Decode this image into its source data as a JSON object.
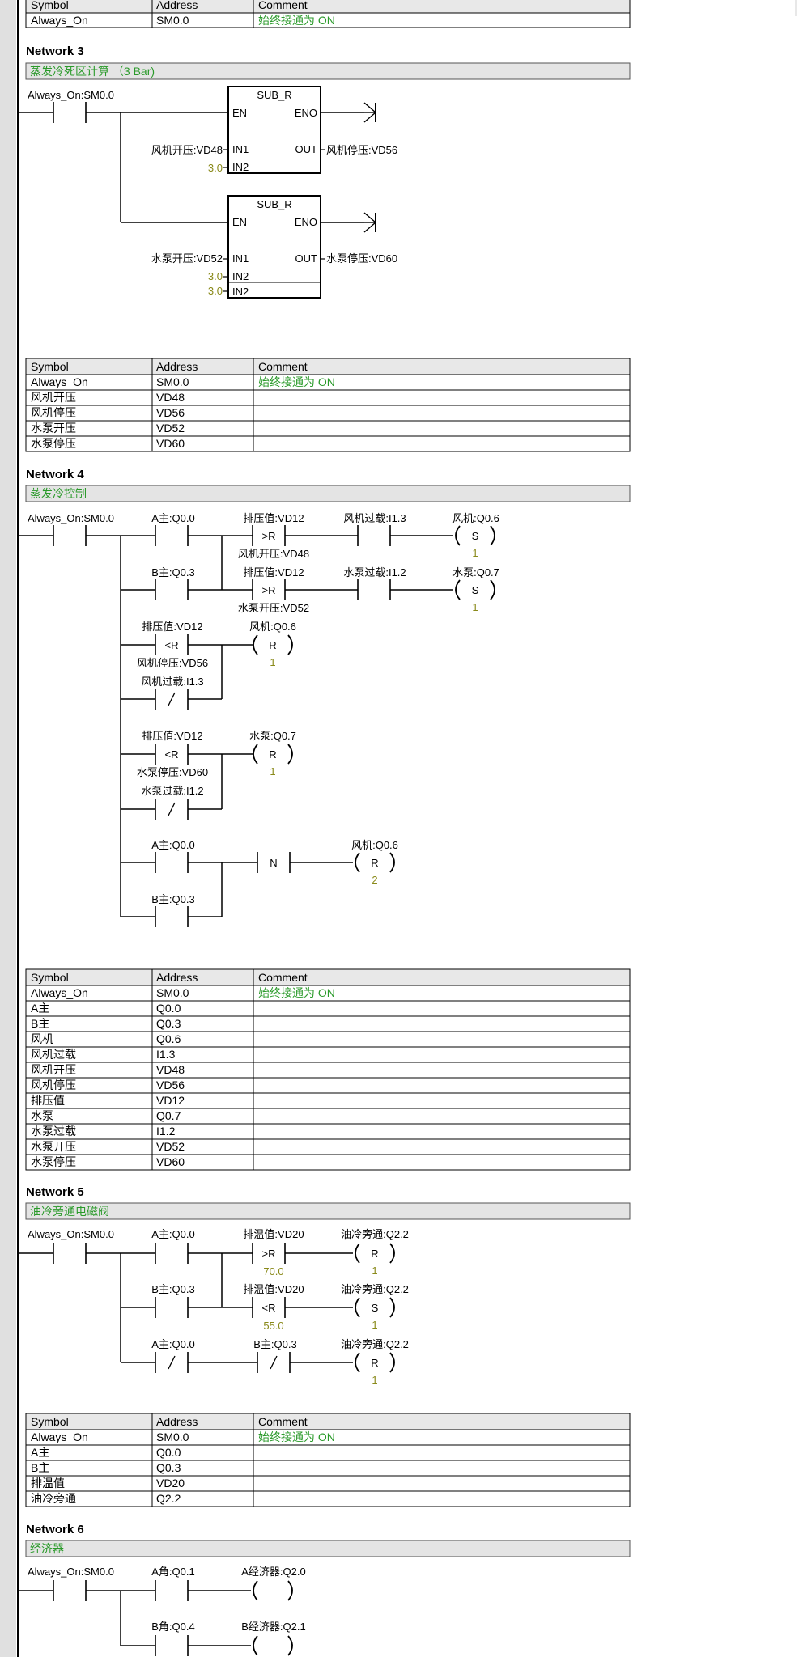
{
  "colors": {
    "comment_green": "#2a9a2a",
    "constant_olive": "#8a8a1a",
    "table_header_bg": "#e8e8e8",
    "comment_bar_bg": "#e4e4e4",
    "left_rail": "#e0e0e0"
  },
  "table_headers": [
    "Symbol",
    "Address",
    "Comment"
  ],
  "top_table": {
    "rows": [
      [
        "Always_On",
        "SM0.0",
        "始终接通为 ON"
      ]
    ]
  },
  "networks": [
    {
      "title": "Network 3",
      "comment": "蒸发冷死区计算  （3 Bar)",
      "labels": {
        "contact": "Always_On:SM0.0",
        "block_name": "SUB_R",
        "en": "EN",
        "eno": "ENO",
        "in1": "IN1",
        "in2": "IN2",
        "out": "OUT",
        "b1_in1": "风机开压:VD48",
        "b1_in2": "3.0",
        "b1_out": "风机停压:VD56",
        "b2_in1": "水泵开压:VD52",
        "b2_in2a": "3.0",
        "b2_in2b": "3.0",
        "b2_out": "水泵停压:VD60"
      },
      "table": [
        [
          "Always_On",
          "SM0.0",
          "始终接通为 ON"
        ],
        [
          "风机开压",
          "VD48",
          ""
        ],
        [
          "风机停压",
          "VD56",
          ""
        ],
        [
          "水泵开压",
          "VD52",
          ""
        ],
        [
          "水泵停压",
          "VD60",
          ""
        ]
      ]
    },
    {
      "title": "Network 4",
      "comment": "蒸发冷控制",
      "labels": {
        "contact": "Always_On:SM0.0",
        "a": "A主:Q0.0",
        "b": "B主:Q0.3",
        "pv": "排压值:VD12",
        "gt": ">R",
        "lt": "<R",
        "fan_on": "风机开压:VD48",
        "pump_on": "水泵开压:VD52",
        "fan_ol": "风机过载:I1.3",
        "pump_ol": "水泵过载:I1.2",
        "fan": "风机:Q0.6",
        "pump": "水泵:Q0.7",
        "fan2": "风机:Q0.6",
        "s": "S",
        "r": "R",
        "n": "N",
        "slash": "/",
        "one": "1",
        "two": "2",
        "fan_off": "风机停压:VD56",
        "pump_off": "水泵停压:VD60"
      },
      "table": [
        [
          "Always_On",
          "SM0.0",
          "始终接通为 ON"
        ],
        [
          "A主",
          "Q0.0",
          ""
        ],
        [
          "B主",
          "Q0.3",
          ""
        ],
        [
          "风机",
          "Q0.6",
          ""
        ],
        [
          "风机过载",
          "I1.3",
          ""
        ],
        [
          "风机开压",
          "VD48",
          ""
        ],
        [
          "风机停压",
          "VD56",
          ""
        ],
        [
          "排压值",
          "VD12",
          ""
        ],
        [
          "水泵",
          "Q0.7",
          ""
        ],
        [
          "水泵过载",
          "I1.2",
          ""
        ],
        [
          "水泵开压",
          "VD52",
          ""
        ],
        [
          "水泵停压",
          "VD60",
          ""
        ]
      ]
    },
    {
      "title": "Network 5",
      "comment": "油冷旁通电磁阀",
      "labels": {
        "contact": "Always_On:SM0.0",
        "a": "A主:Q0.0",
        "b": "B主:Q0.3",
        "t": "排温值:VD20",
        "gt": ">R",
        "lt": "<R",
        "c70": "70.0",
        "c55": "55.0",
        "coil": "油冷旁通:Q2.2",
        "s": "S",
        "r": "R",
        "slash": "/",
        "one": "1"
      },
      "table": [
        [
          "Always_On",
          "SM0.0",
          "始终接通为 ON"
        ],
        [
          "A主",
          "Q0.0",
          ""
        ],
        [
          "B主",
          "Q0.3",
          ""
        ],
        [
          "排温值",
          "VD20",
          ""
        ],
        [
          "油冷旁通",
          "Q2.2",
          ""
        ]
      ]
    },
    {
      "title": "Network 6",
      "comment": "经济器",
      "labels": {
        "contact": "Always_On:SM0.0",
        "a": "A角:Q0.1",
        "b": "B角:Q0.4",
        "ca": "A经济器:Q2.0",
        "cb": "B经济器:Q2.1"
      }
    }
  ]
}
